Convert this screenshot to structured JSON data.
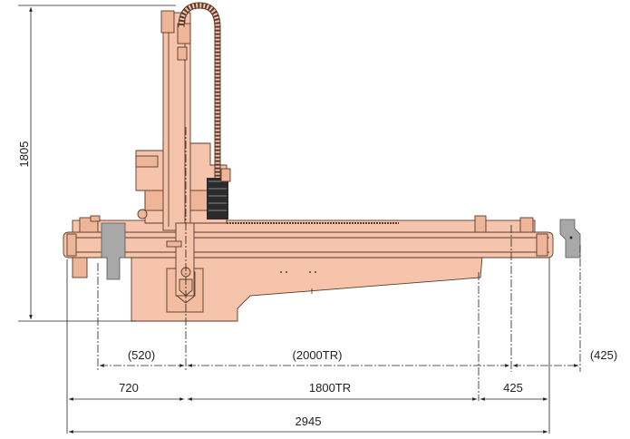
{
  "dimensions": {
    "height_total": "1805",
    "stroke_option": "(520)",
    "stroke_travel_option": "(2000TR)",
    "overhang_option": "(425)",
    "left_section": "720",
    "stroke_travel": "1800TR",
    "right_section": "425",
    "overall_length": "2945"
  },
  "colors": {
    "body": "#f5c4aa",
    "outline": "#5a3a2c",
    "motor": "#2b2b2b",
    "option_part": "#a8a8a8"
  }
}
